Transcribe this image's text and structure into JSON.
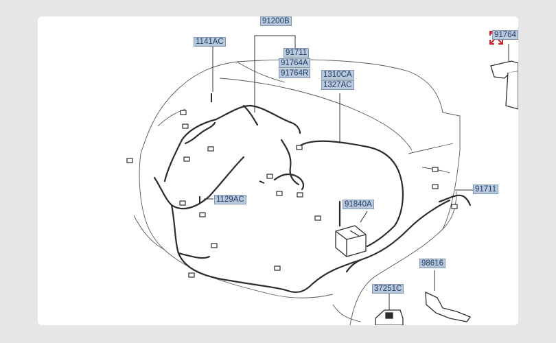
{
  "part_labels": {
    "p91200b": "91200B",
    "p1141ac": "1141AC",
    "p91711_top": "91711",
    "p91764a": "91764A",
    "p91764r": "91764R",
    "p1310ca": "1310CA",
    "p1327ac": "1327AC",
    "p91764_edge": "91764",
    "p91711_right": "91711",
    "p1129ac": "1129AC",
    "p91840a": "91840A",
    "p98616": "98616",
    "p37251c": "37251C"
  },
  "colors": {
    "page_background": "#e6e6e6",
    "tag_fill": "#b9c9db",
    "tag_border": "#7f97b4",
    "tag_text": "#1f3f6a",
    "line": "#2b2b2b",
    "body_outline": "#555555",
    "accent_icon": "#d3202a"
  },
  "icons": {
    "expand": "expand-arrows-icon"
  }
}
